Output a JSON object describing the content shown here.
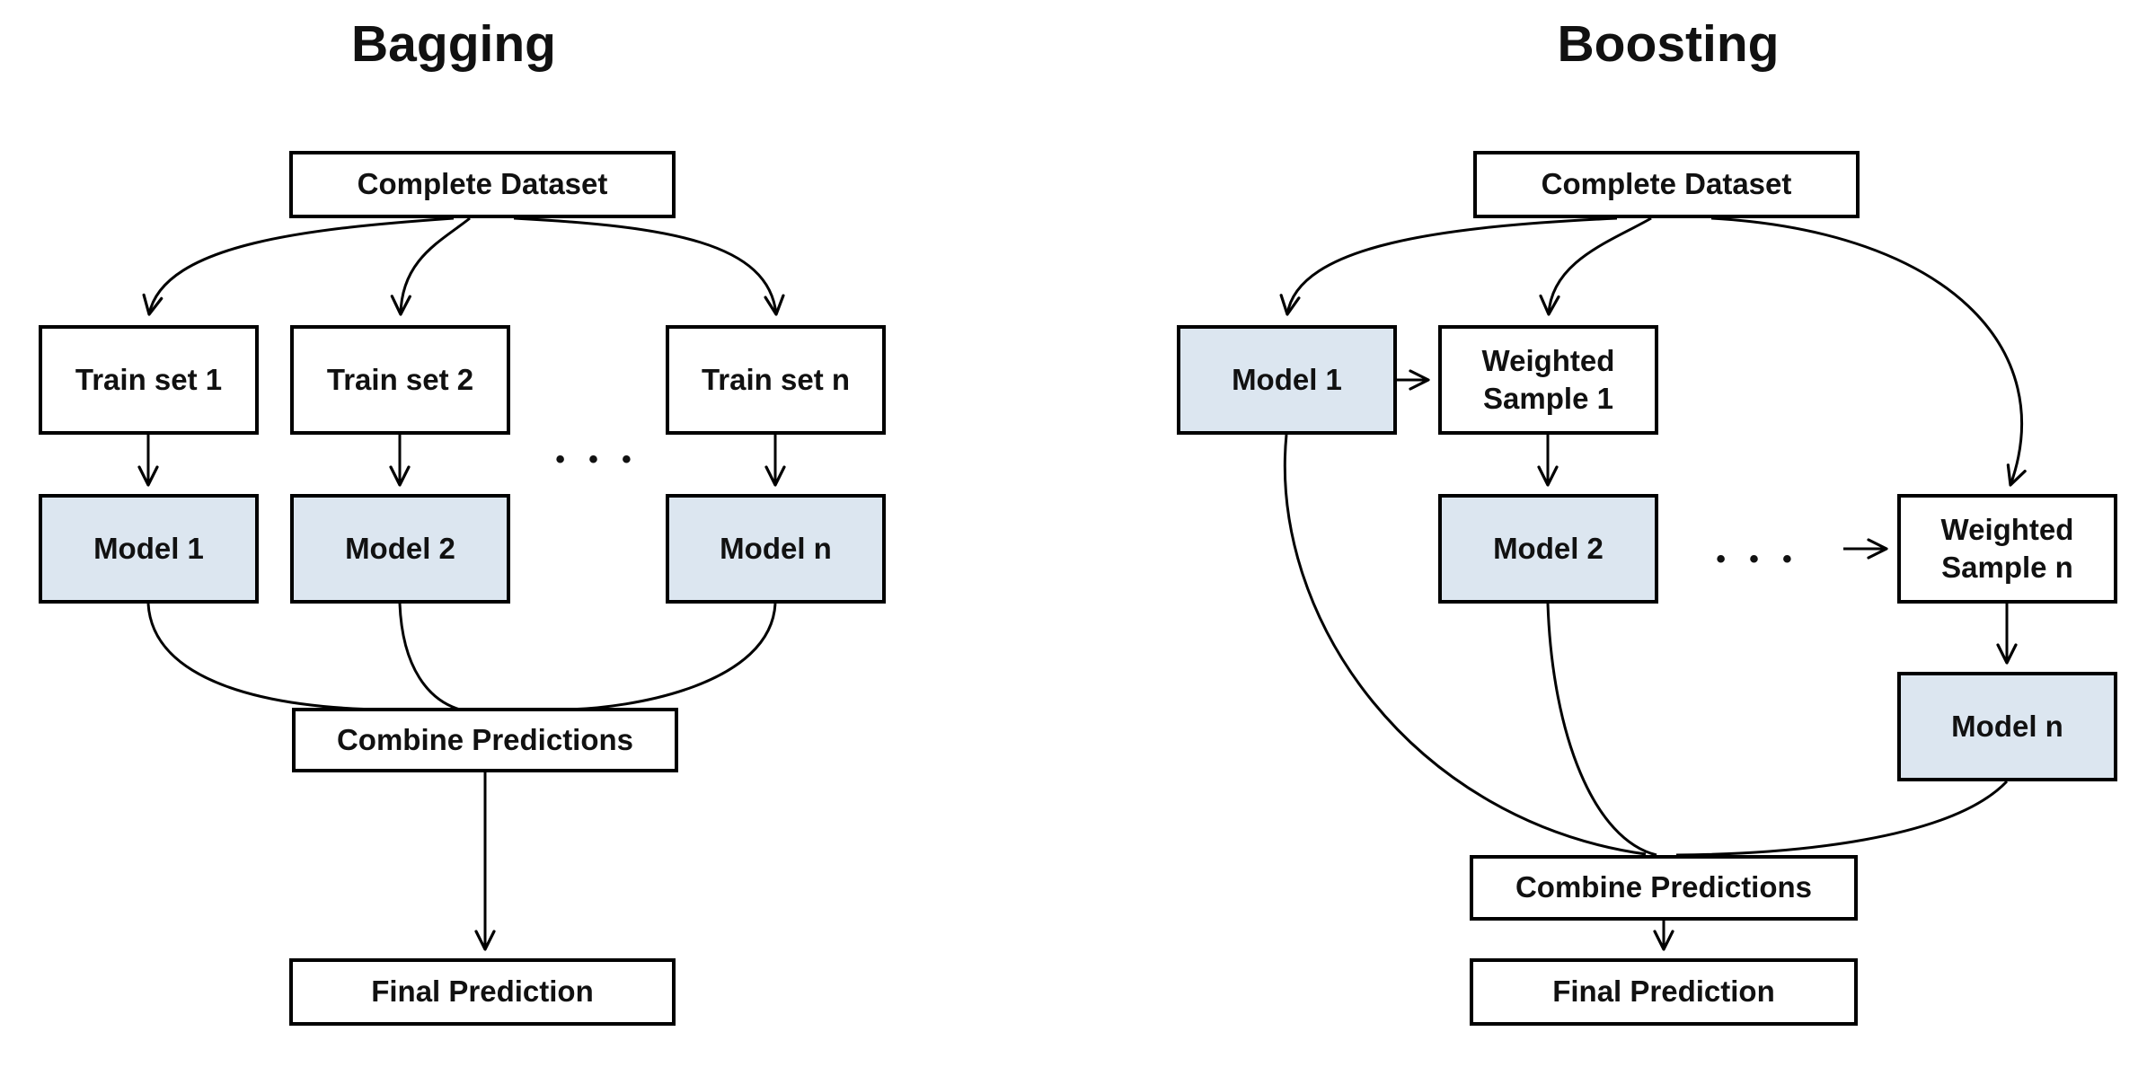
{
  "colors": {
    "model_fill": "#dce6f0",
    "box_fill": "#ffffff",
    "border": "#000000",
    "line": "#000000",
    "text": "#111111",
    "background": "#ffffff"
  },
  "bagging": {
    "title": "Bagging",
    "complete_dataset": "Complete Dataset",
    "train_set_1": "Train set 1",
    "train_set_2": "Train set 2",
    "train_set_n": "Train set n",
    "model_1": "Model 1",
    "model_2": "Model 2",
    "model_n": "Model n",
    "combine_predictions": "Combine Predictions",
    "final_prediction": "Final Prediction",
    "ellipsis": "• • •"
  },
  "boosting": {
    "title": "Boosting",
    "complete_dataset": "Complete Dataset",
    "model_1": "Model 1",
    "weighted_sample_1": "Weighted\nSample 1",
    "model_2": "Model 2",
    "weighted_sample_n": "Weighted\nSample n",
    "model_n": "Model n",
    "combine_predictions": "Combine Predictions",
    "final_prediction": "Final Prediction",
    "ellipsis": "• • •"
  }
}
